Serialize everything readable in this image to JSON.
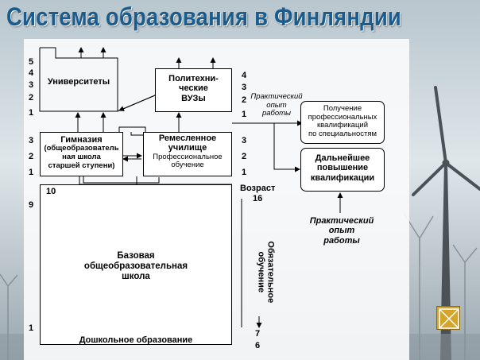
{
  "title": "Система образования в Финляндии",
  "nodes": {
    "universities": "Университеты",
    "polytech": [
      "Политехни-",
      "ческие",
      "ВУЗы"
    ],
    "gymnasium_title": "Гимназия",
    "gymnasium_sub": [
      "(общеобразователь",
      "ная школа",
      "старшей ступени)"
    ],
    "vocational_title": [
      "Ремесленное",
      "училище"
    ],
    "vocational_sub": [
      "Профессиональное",
      "обучение"
    ],
    "basic_school": [
      "Базовая",
      "общеобразовательная",
      "школа"
    ],
    "preschool": "Дошкольное образование",
    "professional_qual": [
      "Получение",
      "профессиональных",
      "квалификаций",
      "по специальностям"
    ],
    "further_qual": [
      "Дальнейшее",
      "повышение",
      "квалификации"
    ],
    "practice_small": [
      "Практический",
      "опыт",
      "работы"
    ],
    "practice_big": [
      "Практический",
      "опыт",
      "работы"
    ]
  },
  "years": {
    "university": [
      "5",
      "4",
      "3",
      "2",
      "1"
    ],
    "polytech": [
      "4",
      "3",
      "2",
      "1"
    ],
    "gymnasium": [
      "3",
      "2",
      "1"
    ],
    "vocational": [
      "3",
      "2",
      "1"
    ],
    "basic_top": "10",
    "basic_upper": "9",
    "basic_lower": "1"
  },
  "age": {
    "label": "Возраст",
    "top": "16",
    "bottom_7": "7",
    "bottom_6": "6",
    "compulsory": "Обязательное обучение"
  },
  "colors": {
    "title": "#1a5c8e",
    "badge": "#d3a52a"
  }
}
